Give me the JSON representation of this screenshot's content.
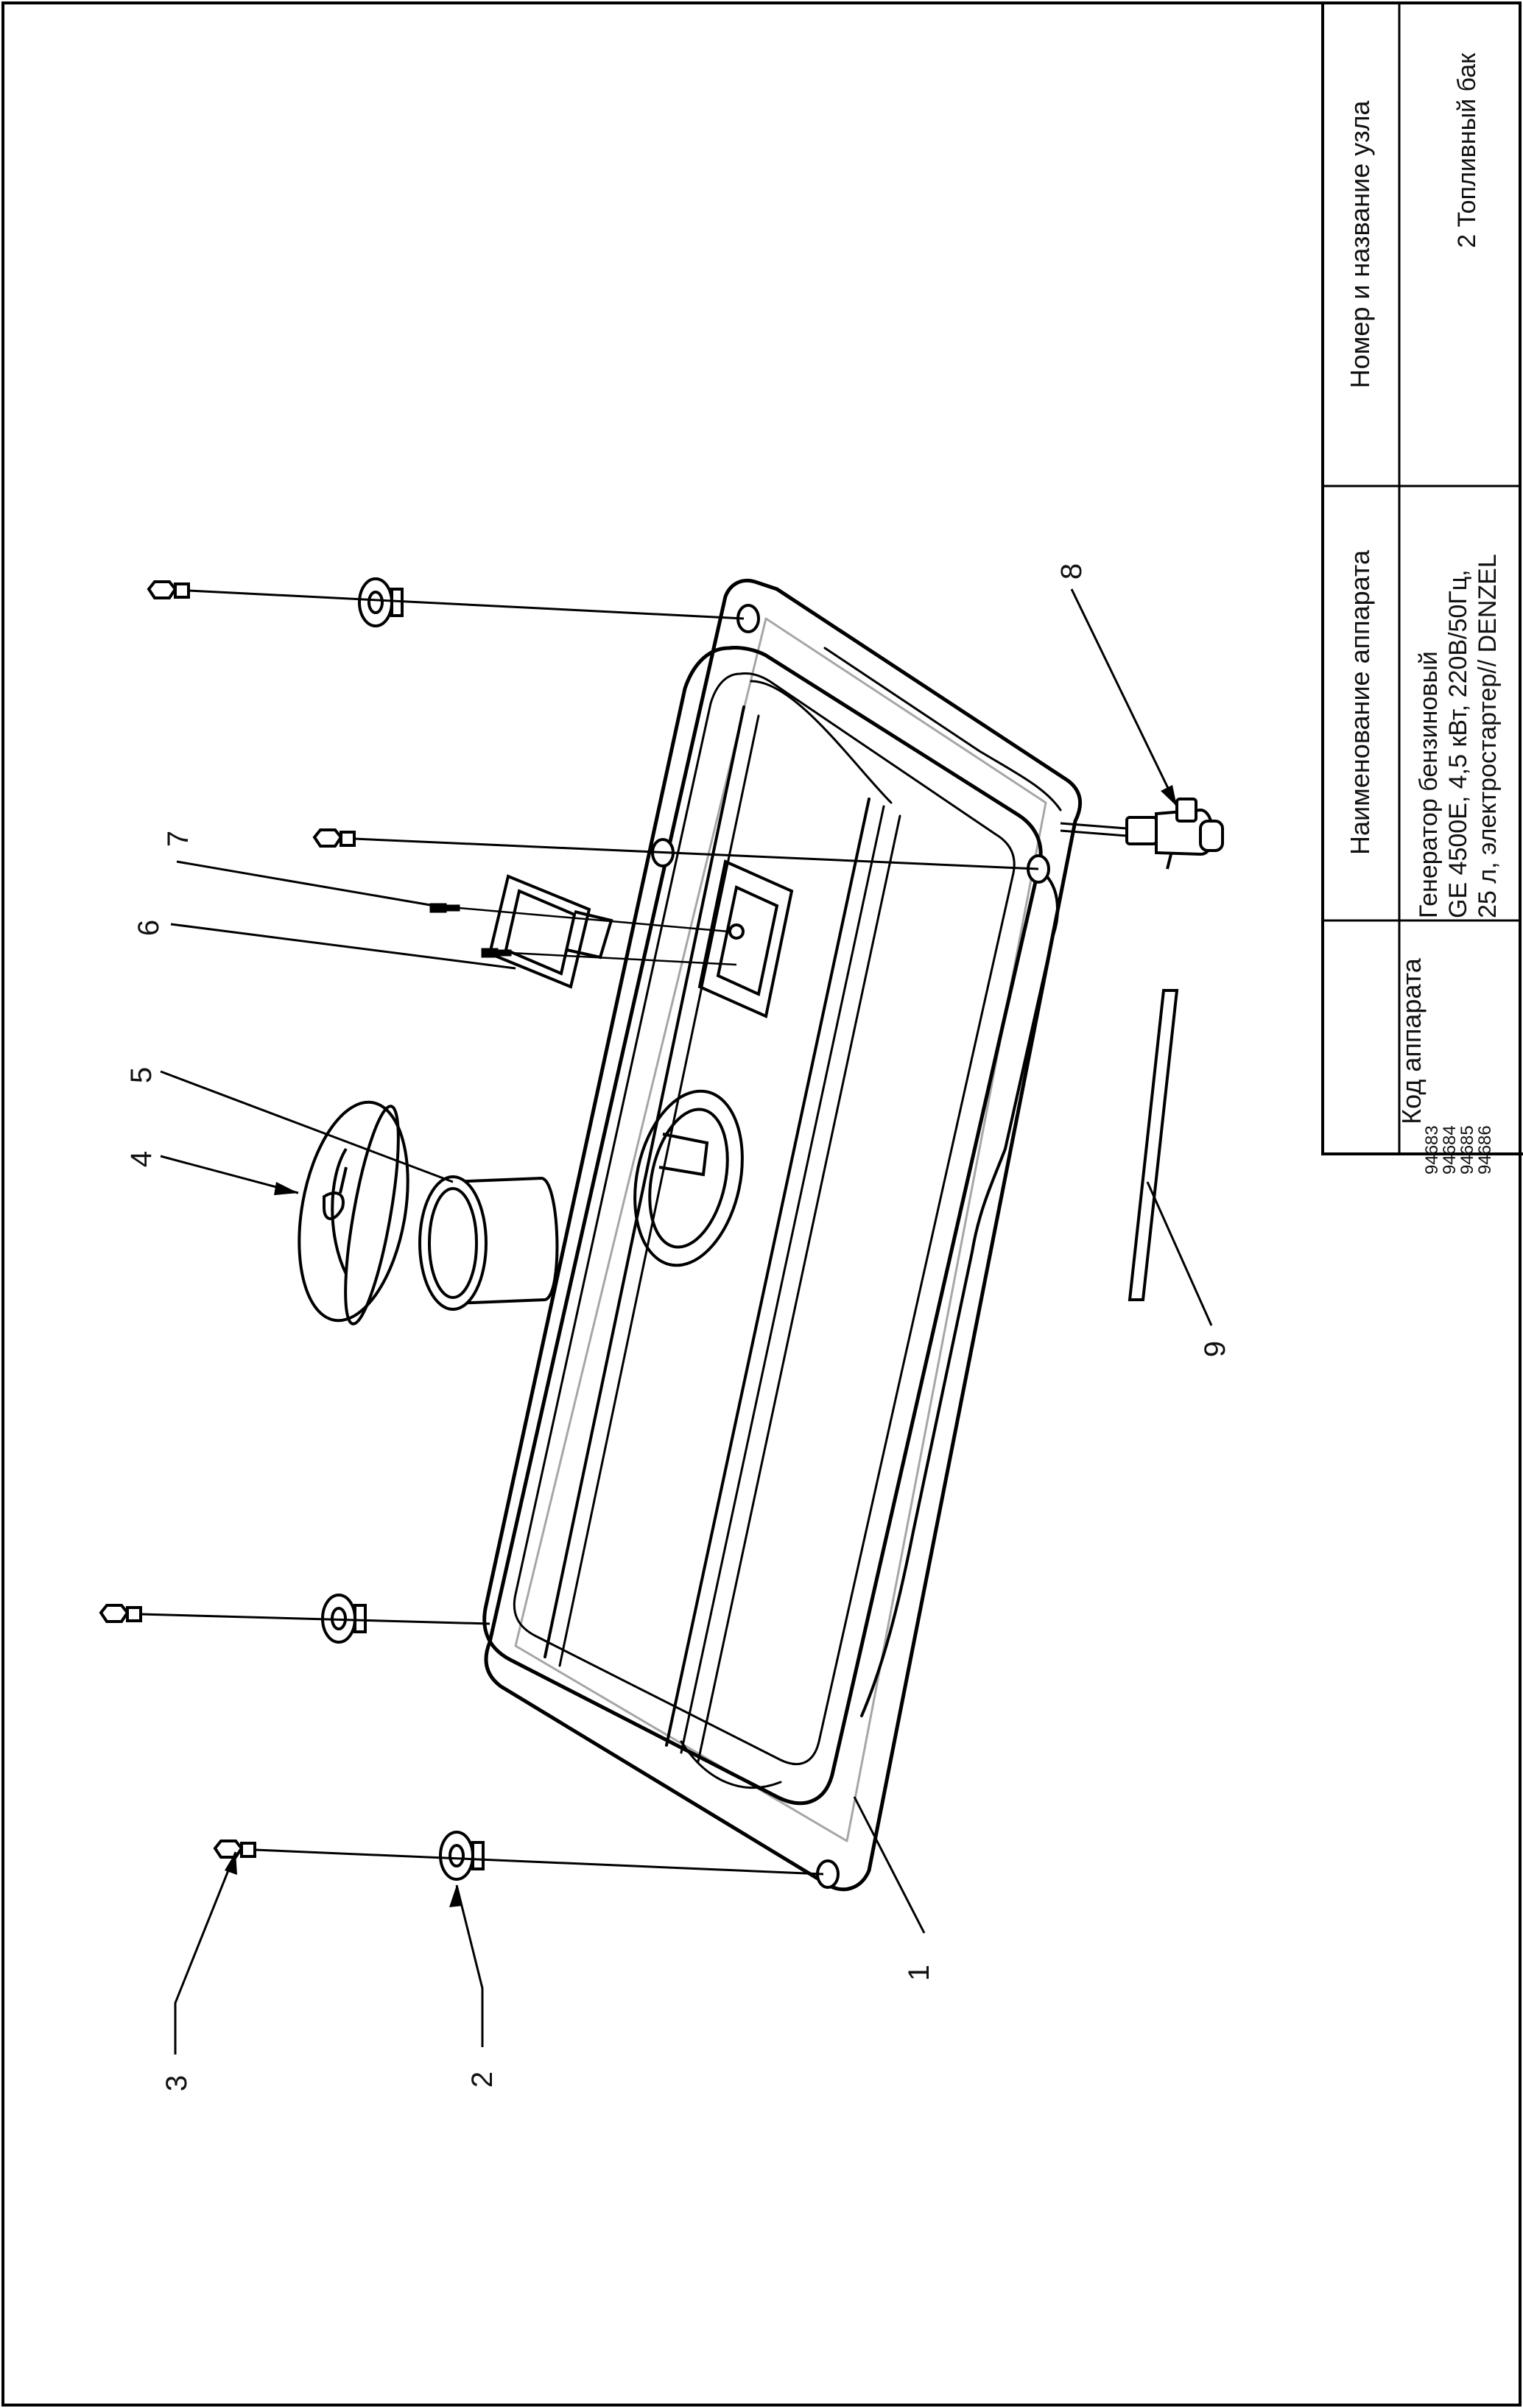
{
  "title_block": {
    "headers": {
      "code": "Код аппарата",
      "device_name": "Наименование аппарата",
      "unit": "Номер и название узла"
    },
    "codes": [
      "94683",
      "94684",
      "94685",
      "94686"
    ],
    "device_lines": [
      "Генератор бензиновый",
      "GE 4500E, 4,5 кВт, 220В/50Гц,",
      "25 л, электростартер// DENZEL"
    ],
    "unit_value": "2 Топливный бак"
  },
  "callouts": [
    "1",
    "2",
    "3",
    "4",
    "5",
    "6",
    "7",
    "8",
    "9"
  ]
}
